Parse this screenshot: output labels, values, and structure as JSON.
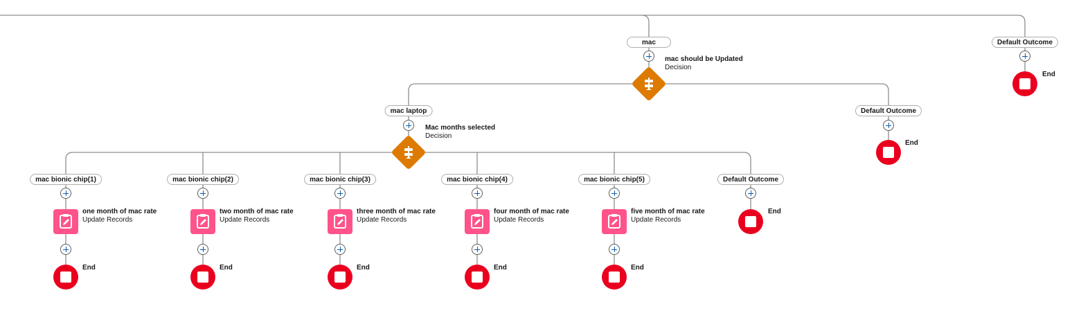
{
  "outcomes": {
    "mac": "mac",
    "default_top": "Default Outcome",
    "mac_laptop": "mac laptop",
    "default_mid": "Default Outcome",
    "chip1": "mac bionic chip(1)",
    "chip2": "mac bionic chip(2)",
    "chip3": "mac bionic chip(3)",
    "chip4": "mac bionic chip(4)",
    "chip5": "mac bionic chip(5)",
    "default_bottom": "Default Outcome"
  },
  "decisions": {
    "d1": {
      "title": "mac should be Updated",
      "type": "Decision",
      "icon": "decision-icon"
    },
    "d2": {
      "title": "Mac months selected",
      "type": "Decision",
      "icon": "decision-icon"
    }
  },
  "updates": [
    {
      "title": "one month of mac rate",
      "type": "Update Records",
      "icon": "update-records-icon"
    },
    {
      "title": "two month of mac rate",
      "type": "Update Records",
      "icon": "update-records-icon"
    },
    {
      "title": "three month of mac rate",
      "type": "Update Records",
      "icon": "update-records-icon"
    },
    {
      "title": "four month of mac rate",
      "type": "Update Records",
      "icon": "update-records-icon"
    },
    {
      "title": "five month of mac rate",
      "type": "Update Records",
      "icon": "update-records-icon"
    }
  ],
  "end_label": "End",
  "colors": {
    "decision": "#dd7a01",
    "update": "#ff538a",
    "end": "#ea001e",
    "connector": "#8d8d8d"
  }
}
